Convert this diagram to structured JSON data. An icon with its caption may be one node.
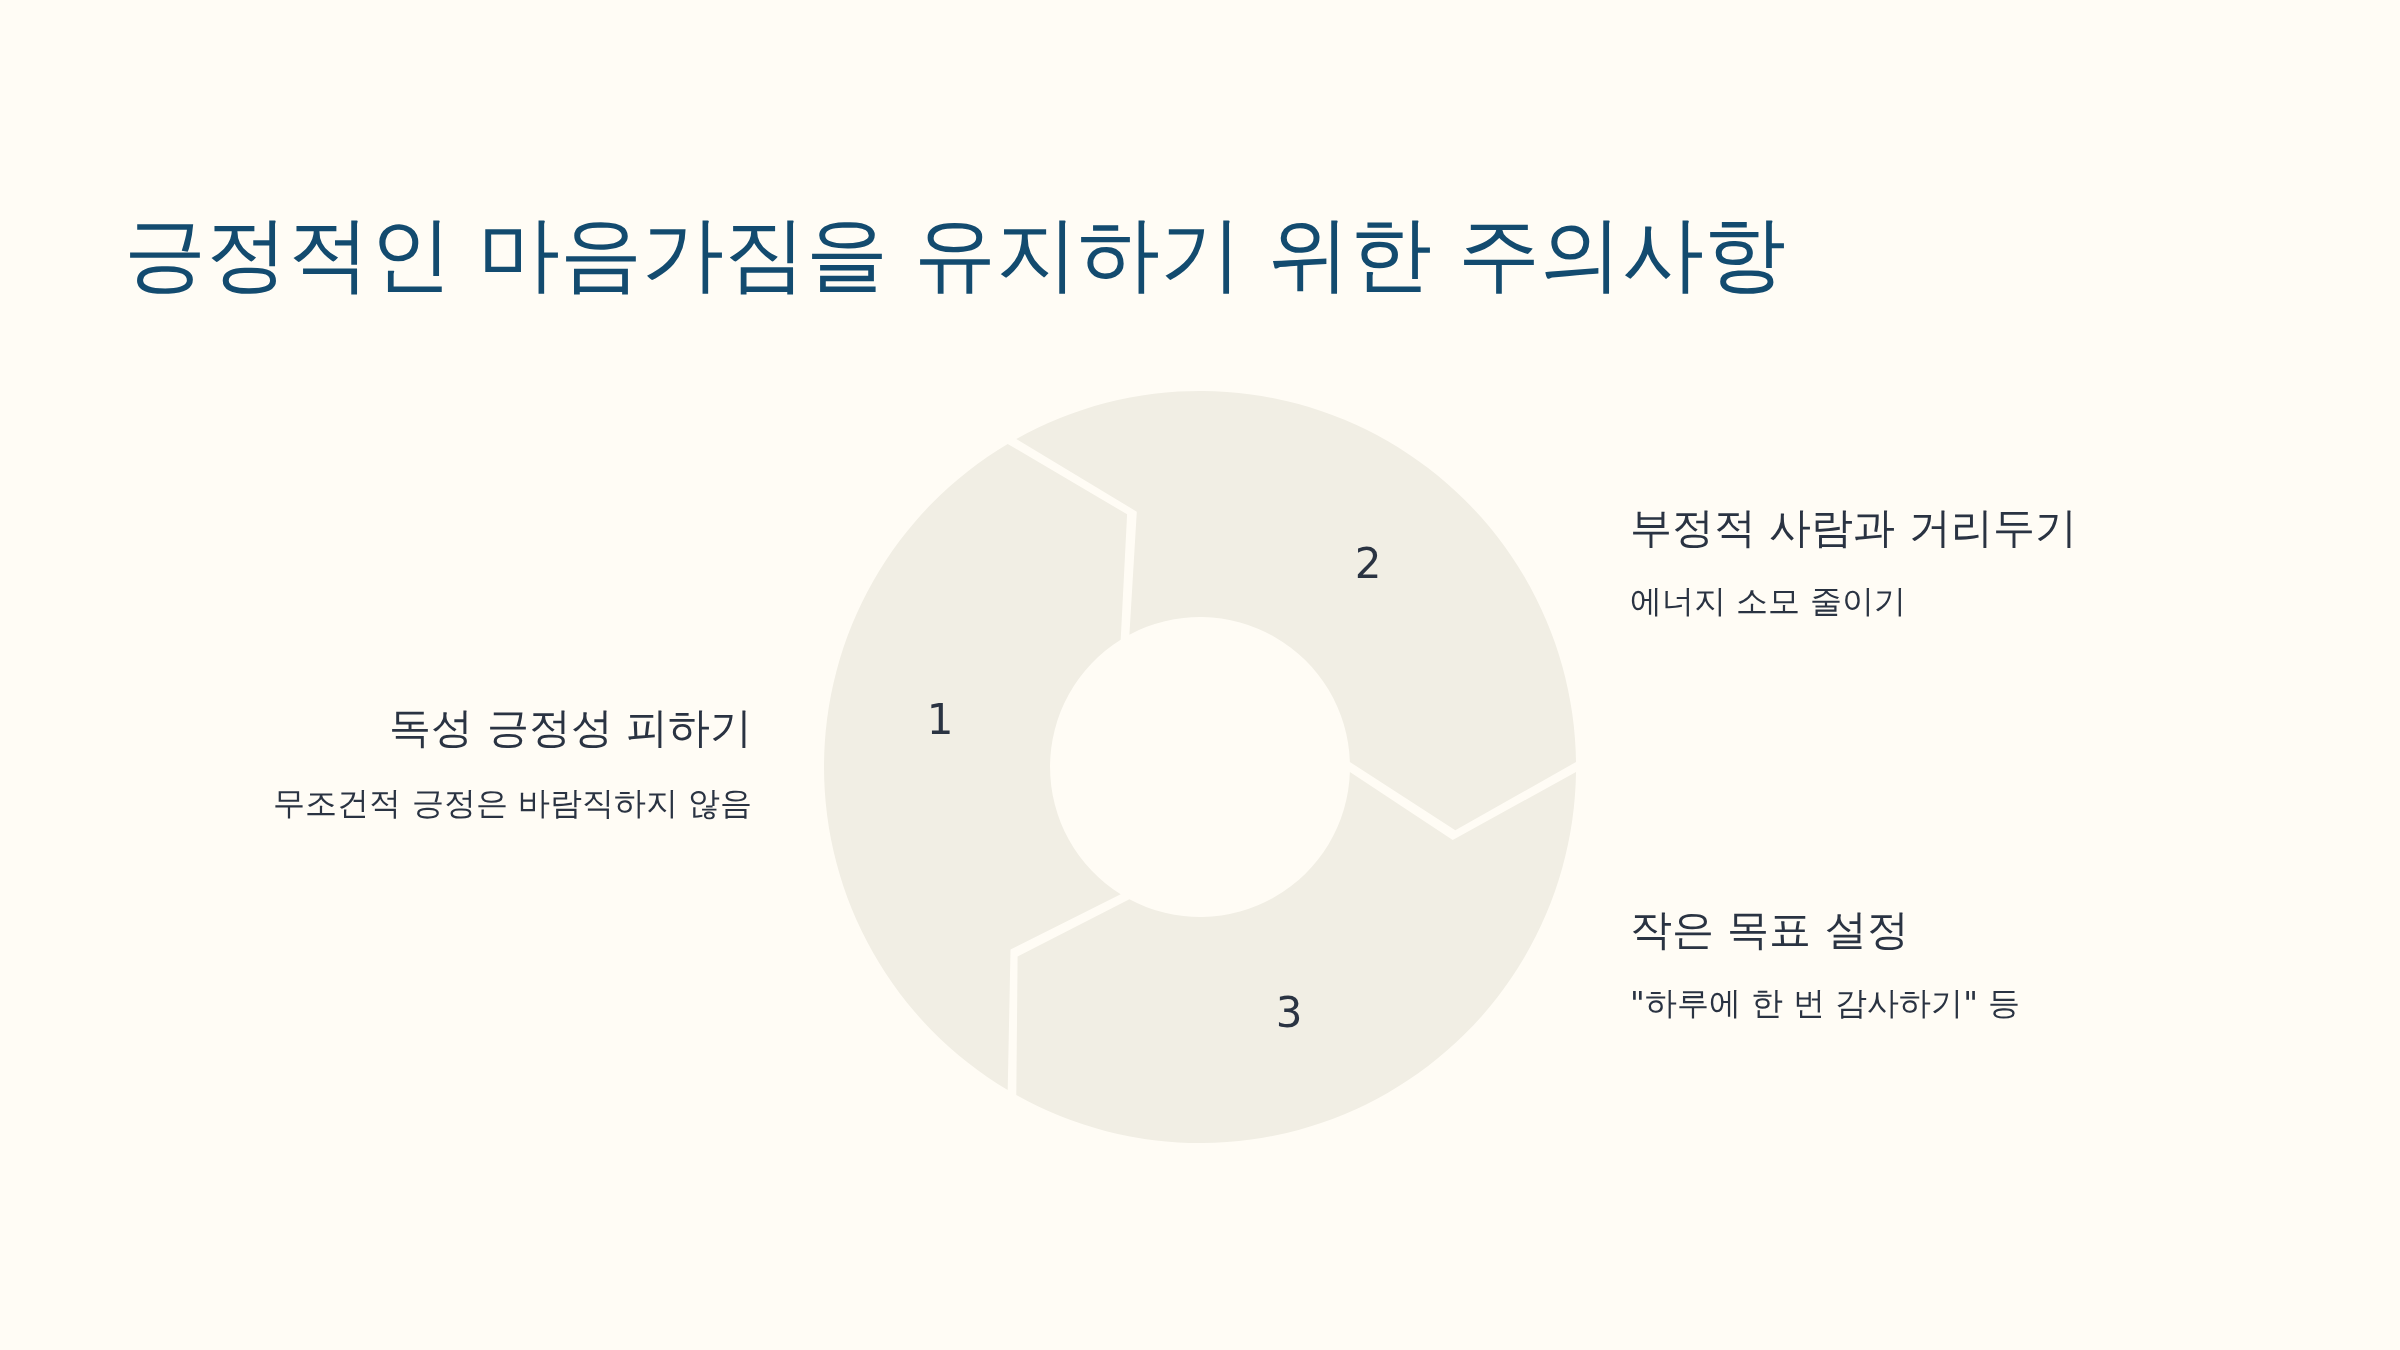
{
  "diagram": {
    "title": "긍정적인 마음가짐을 유지하기 위한 주의사항",
    "nodes": [
      {
        "text": [
          "1"
        ],
        "beside": [
          "독성 긍정성 피하기",
          "무조건적 긍정은 바람직하지 않음"
        ]
      },
      {
        "text": [
          "2"
        ],
        "beside": [
          "부정적 사람과 거리두기",
          "에너지 소모 줄이기"
        ]
      },
      {
        "text": [
          "3"
        ],
        "beside": [
          "작은 목표 설정",
          "\"하루에 한 번 감사하기\" 등"
        ]
      }
    ]
  }
}
